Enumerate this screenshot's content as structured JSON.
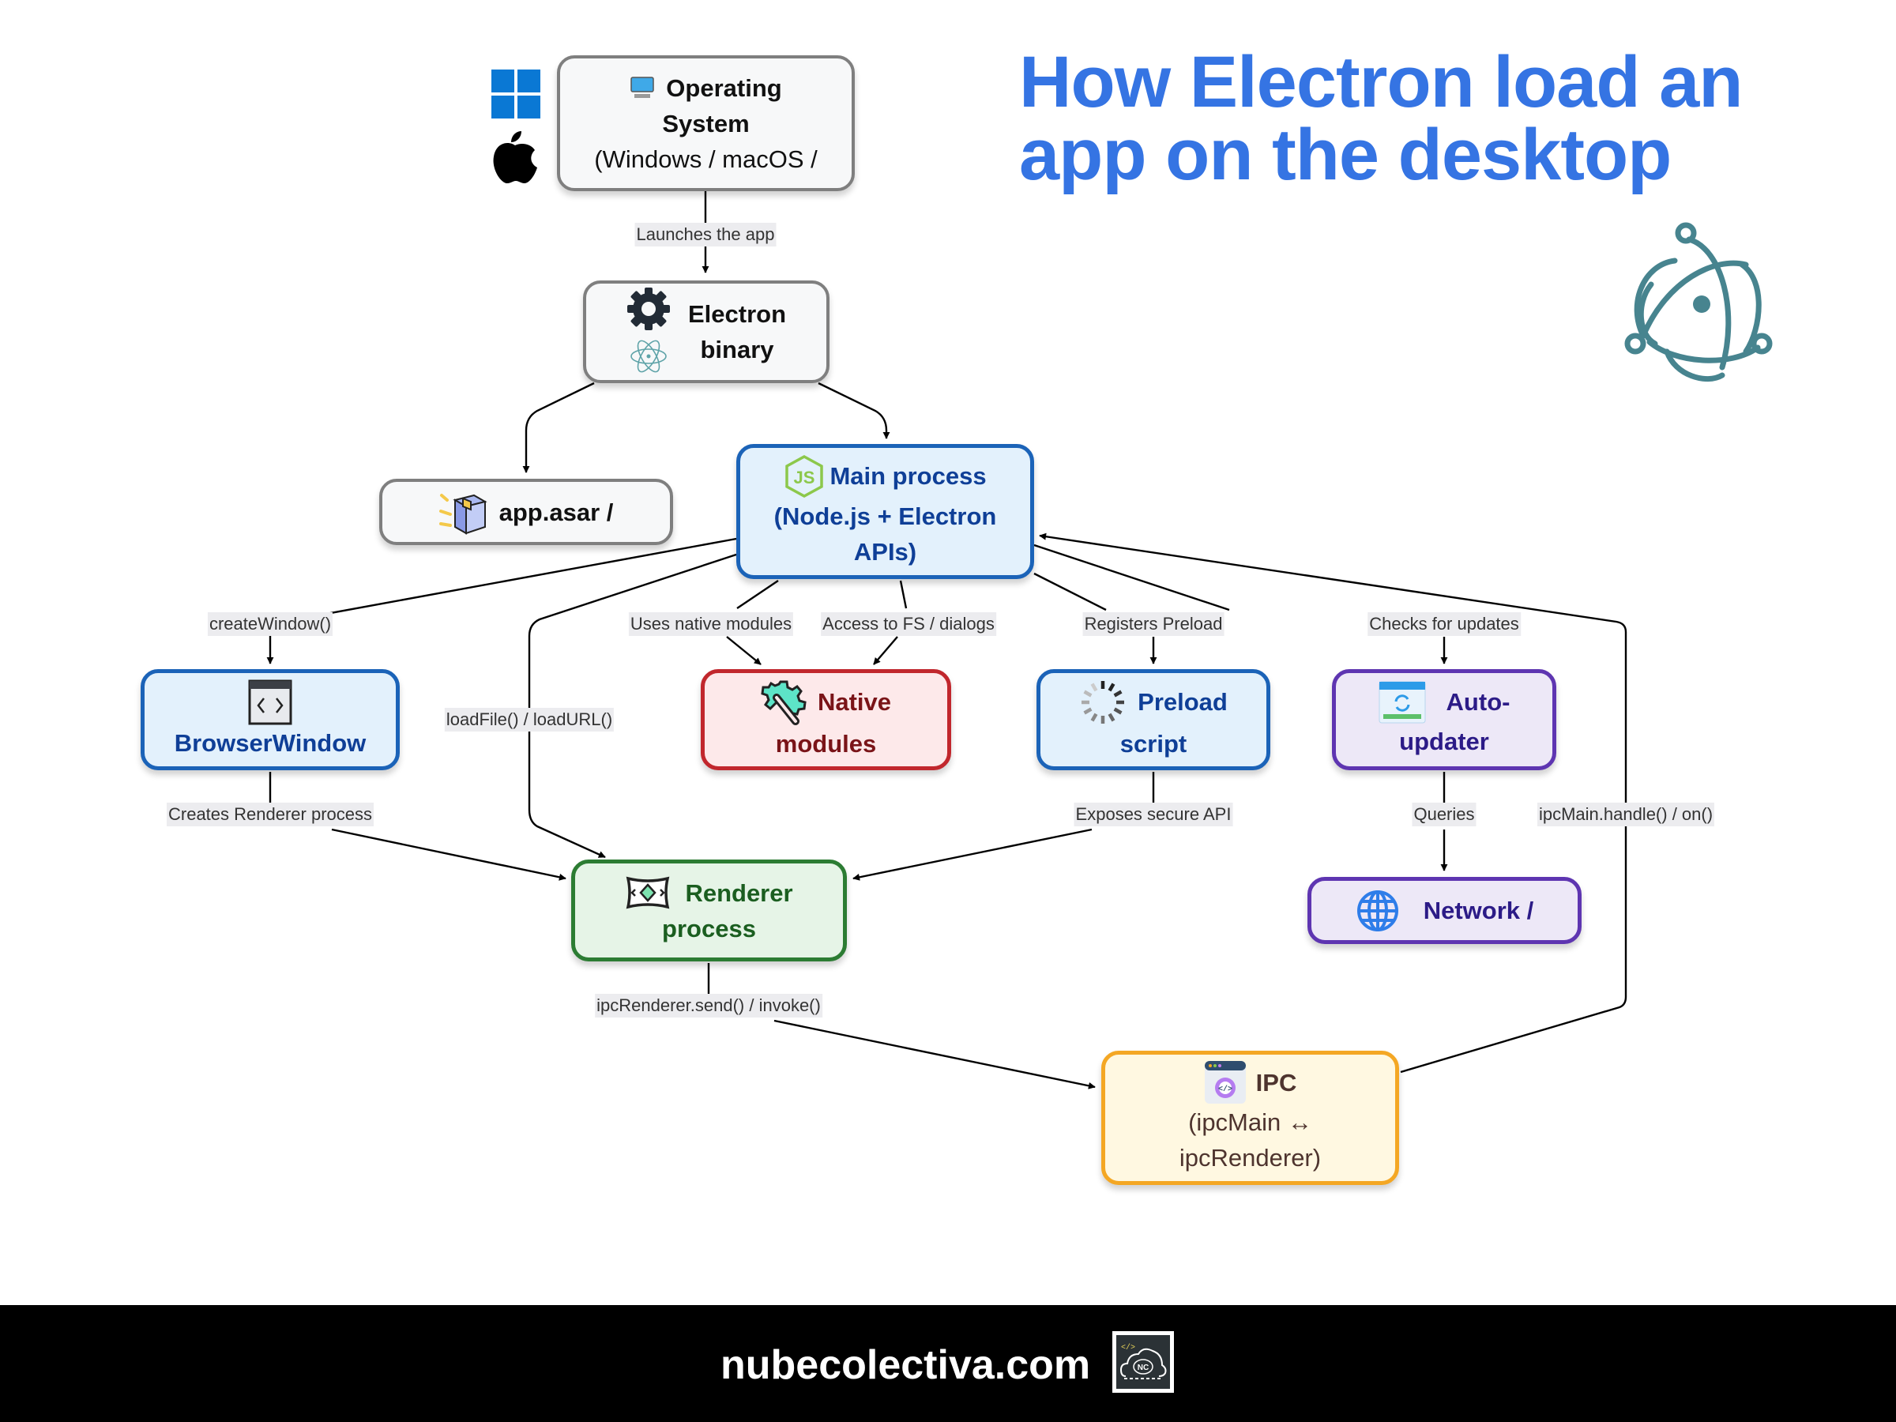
{
  "title": {
    "line1": "How Electron load an",
    "line2": "app on the desktop",
    "color": "#3574e3"
  },
  "nodes": {
    "os": {
      "line1": "Operating",
      "line2": "System",
      "line3": "(Windows / macOS /",
      "icon": "desktop-monitor-icon"
    },
    "electron_binary": {
      "line1": "Electron",
      "line2": "binary",
      "icons": [
        "gear-icon",
        "electron-atom-icon"
      ]
    },
    "app_asar": {
      "label": "app.asar /",
      "icon": "package-box-icon"
    },
    "main_process": {
      "line1": "Main process",
      "line2": "(Node.js + Electron",
      "line3": "APIs)",
      "icon": "nodejs-icon"
    },
    "browser_window": {
      "label": "BrowserWindow",
      "icon": "code-window-icon"
    },
    "native_modules": {
      "line1": "Native",
      "line2": "modules",
      "icon": "gear-plug-icon"
    },
    "preload_script": {
      "line1": "Preload",
      "line2": "script",
      "icon": "loading-spinner-icon"
    },
    "auto_updater": {
      "line1": "Auto-",
      "line2": "updater",
      "icon": "update-window-icon"
    },
    "network": {
      "label": "Network /",
      "icon": "globe-icon"
    },
    "renderer_process": {
      "line1": "Renderer",
      "line2": "process",
      "icon": "renderer-eye-icon"
    },
    "ipc": {
      "line1": "IPC",
      "line2": "(ipcMain ↔",
      "line3": "ipcRenderer)",
      "icon": "code-gear-window-icon"
    }
  },
  "side_icons": [
    "windows-logo-icon",
    "apple-logo-icon"
  ],
  "edges": [
    {
      "from": "os",
      "to": "electron_binary",
      "label": "Launches the app"
    },
    {
      "from": "electron_binary",
      "to": "app_asar",
      "label": ""
    },
    {
      "from": "electron_binary",
      "to": "main_process",
      "label": ""
    },
    {
      "from": "main_process",
      "to": "browser_window",
      "label": "createWindow()"
    },
    {
      "from": "main_process",
      "to": "renderer_process",
      "label": "loadFile() / loadURL()"
    },
    {
      "from": "main_process",
      "to": "native_modules",
      "label": "Uses native modules"
    },
    {
      "from": "main_process",
      "to": "native_modules",
      "label": "Access to FS / dialogs"
    },
    {
      "from": "main_process",
      "to": "preload_script",
      "label": "Registers Preload"
    },
    {
      "from": "main_process",
      "to": "auto_updater",
      "label": "Checks for updates"
    },
    {
      "from": "ipc",
      "to": "main_process",
      "label": "ipcMain.handle() / on()"
    },
    {
      "from": "browser_window",
      "to": "renderer_process",
      "label": "Creates Renderer process"
    },
    {
      "from": "preload_script",
      "to": "renderer_process",
      "label": "Exposes secure API"
    },
    {
      "from": "auto_updater",
      "to": "network",
      "label": "Queries"
    },
    {
      "from": "renderer_process",
      "to": "ipc",
      "label": "ipcRenderer.send() / invoke()"
    }
  ],
  "footer": {
    "site": "nubecolectiva.com",
    "logo_text": "NC",
    "logo_code": "</>"
  }
}
